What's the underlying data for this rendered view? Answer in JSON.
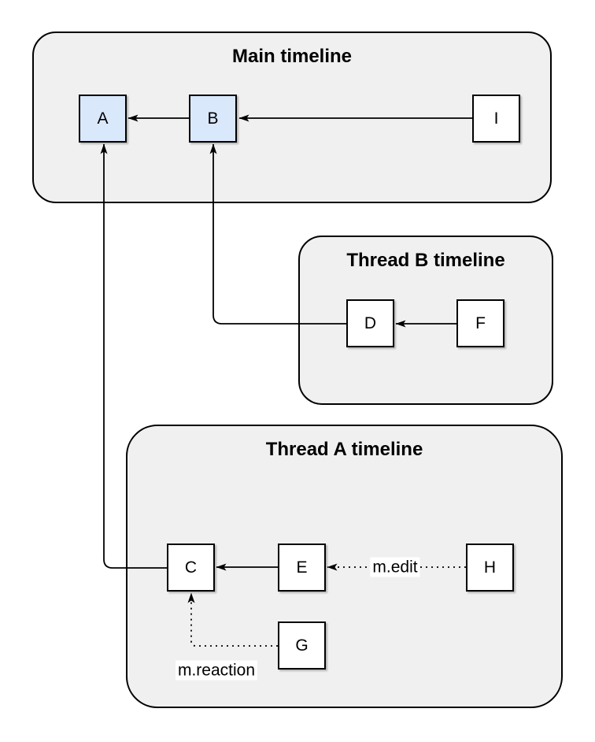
{
  "diagram": {
    "containers": [
      {
        "id": "main",
        "title": "Main timeline"
      },
      {
        "id": "thread-b",
        "title": "Thread B timeline"
      },
      {
        "id": "thread-a",
        "title": "Thread A timeline"
      }
    ],
    "nodes": [
      {
        "label": "A",
        "container": "main",
        "highlighted": true
      },
      {
        "label": "B",
        "container": "main",
        "highlighted": true
      },
      {
        "label": "I",
        "container": "main",
        "highlighted": false
      },
      {
        "label": "D",
        "container": "thread-b",
        "highlighted": false
      },
      {
        "label": "F",
        "container": "thread-b",
        "highlighted": false
      },
      {
        "label": "C",
        "container": "thread-a",
        "highlighted": false
      },
      {
        "label": "E",
        "container": "thread-a",
        "highlighted": false
      },
      {
        "label": "H",
        "container": "thread-a",
        "highlighted": false
      },
      {
        "label": "G",
        "container": "thread-a",
        "highlighted": false
      }
    ],
    "edges": [
      {
        "from": "B",
        "to": "A",
        "style": "solid"
      },
      {
        "from": "I",
        "to": "B",
        "style": "solid"
      },
      {
        "from": "F",
        "to": "D",
        "style": "solid"
      },
      {
        "from": "D",
        "to": "B",
        "style": "solid"
      },
      {
        "from": "E",
        "to": "C",
        "style": "solid"
      },
      {
        "from": "C",
        "to": "A",
        "style": "solid"
      },
      {
        "from": "H",
        "to": "E",
        "style": "dotted",
        "label": "m.edit"
      },
      {
        "from": "G",
        "to": "C",
        "style": "dotted",
        "label": "m.reaction"
      }
    ],
    "colors": {
      "container_fill": "#f0f0f0",
      "node_fill": "#ffffff",
      "node_highlight_fill": "#dae8fc",
      "border": "#000000",
      "text": "#000000"
    }
  }
}
